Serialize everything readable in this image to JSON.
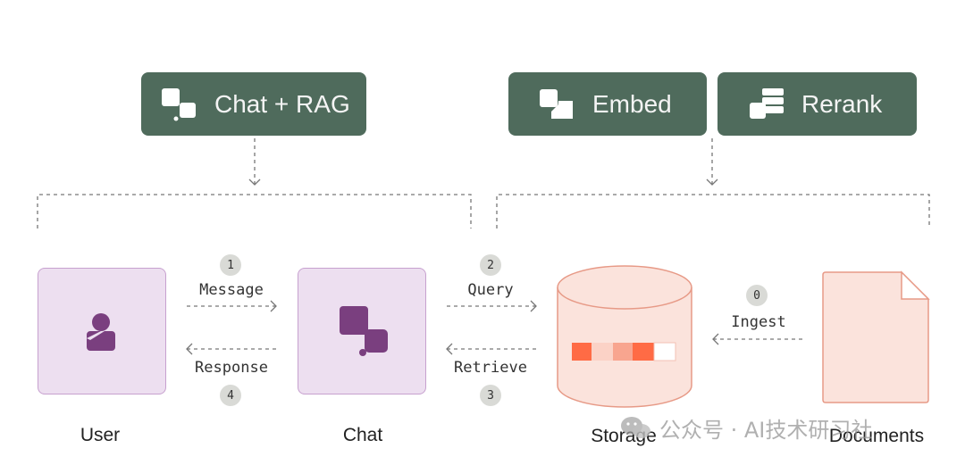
{
  "pills": {
    "chat_rag": {
      "label": "Chat + RAG",
      "icon": "chat-bubbles-icon"
    },
    "embed": {
      "label": "Embed",
      "icon": "embed-shapes-icon"
    },
    "rerank": {
      "label": "Rerank",
      "icon": "rerank-stack-icon"
    }
  },
  "nodes": {
    "user": {
      "label": "User",
      "icon": "person-icon"
    },
    "chat": {
      "label": "Chat",
      "icon": "chat-bubbles-icon"
    },
    "storage": {
      "label": "Storage",
      "icon": "database-cylinder-icon"
    },
    "documents": {
      "label": "Documents",
      "icon": "document-icon"
    }
  },
  "edges": {
    "message": {
      "step": "1",
      "label": "Message"
    },
    "response": {
      "step": "4",
      "label": "Response"
    },
    "query": {
      "step": "2",
      "label": "Query"
    },
    "retrieve": {
      "step": "3",
      "label": "Retrieve"
    },
    "ingest": {
      "step": "0",
      "label": "Ingest"
    }
  },
  "watermark": "公众号 · AI技术研习社",
  "colors": {
    "pill_bg": "#4f6b5c",
    "lavender_fill": "#eddff0",
    "lavender_border": "#c7a1cf",
    "purple_icon": "#7a3f7f",
    "salmon_fill": "#fbe3dc",
    "salmon_border": "#e79a87",
    "orange": "#ff6b45"
  }
}
